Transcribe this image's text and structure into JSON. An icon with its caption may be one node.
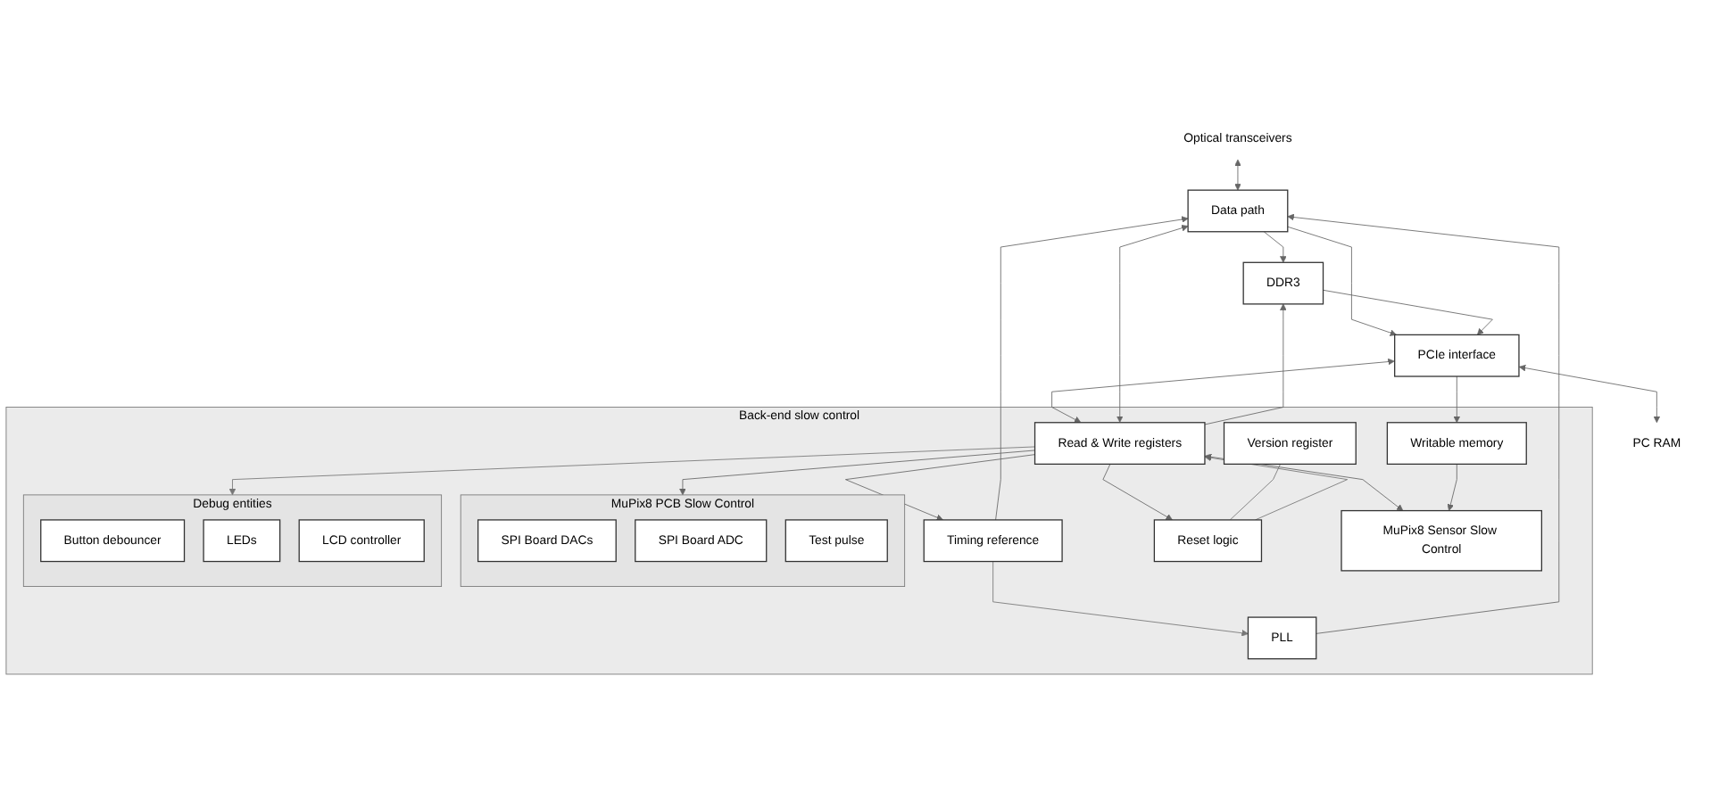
{
  "diagram": {
    "nodes": [
      {
        "text": [
          "Optical transceivers"
        ]
      },
      {
        "text": [
          "Data path"
        ]
      },
      {
        "text": [
          "DDR3"
        ]
      },
      {
        "text": [
          "PCIe interface"
        ]
      },
      {
        "text": [
          "PC RAM"
        ]
      },
      {
        "text": [
          "Back-end slow control"
        ]
      },
      {
        "text": [
          "PLL"
        ],
        "in": 5
      },
      {
        "text": [
          "Version register"
        ],
        "in": 5
      },
      {
        "text": [
          "Timing reference"
        ],
        "in": 5
      },
      {
        "text": [
          "Reset logic"
        ],
        "in": 5
      },
      {
        "text": [
          "Read & Write registers"
        ],
        "in": 5
      },
      {
        "text": [
          "Writable memory"
        ],
        "in": 5
      },
      {
        "text": [
          "MuPix8 PCB Slow Control"
        ],
        "in": 5
      },
      {
        "text": [
          "SPI Board DACs"
        ],
        "in": 12
      },
      {
        "text": [
          "SPI Board ADC"
        ],
        "in": 12
      },
      {
        "text": [
          "Test pulse"
        ],
        "in": 12
      },
      {
        "text": [
          "Debug entities"
        ],
        "in": 5
      },
      {
        "text": [
          "Button debouncer"
        ],
        "in": 16
      },
      {
        "text": [
          "LEDs"
        ],
        "in": 16
      },
      {
        "text": [
          "LCD controller"
        ],
        "in": 16
      },
      {
        "text": [
          "MuPix8 Sensor Slow Control"
        ],
        "in": 5
      }
    ],
    "edges": [
      {
        "from": 0,
        "to": 1,
        "arrow": "both"
      },
      {
        "from": 1,
        "to": 2,
        "arrow": "to"
      },
      {
        "from": 1,
        "to": 3,
        "arrow": "to"
      },
      {
        "from": 2,
        "to": 3,
        "arrow": "to"
      },
      {
        "from": 3,
        "to": 4,
        "arrow": "both"
      },
      {
        "from": 6,
        "to": 1,
        "arrow": "to"
      },
      {
        "from": 8,
        "to": 1,
        "arrow": "to"
      },
      {
        "from": 10,
        "to": 1,
        "arrow": "both"
      },
      {
        "from": 10,
        "to": 2,
        "arrow": "to"
      },
      {
        "from": 3,
        "to": 10,
        "arrow": "both"
      },
      {
        "from": 3,
        "to": 11,
        "arrow": "to"
      },
      {
        "from": 8,
        "to": 6,
        "arrow": "to",
        "color": "#777777"
      },
      {
        "from": 10,
        "to": 8,
        "arrow": "to"
      },
      {
        "from": 10,
        "to": 9,
        "arrow": "to"
      },
      {
        "from": 7,
        "to": 9,
        "arrow": "none",
        "color": "#777777"
      },
      {
        "from": 9,
        "to": 10,
        "arrow": "to",
        "color": "#777777"
      },
      {
        "from": 10,
        "to": 12,
        "arrow": "to"
      },
      {
        "from": 10,
        "to": 16,
        "arrow": "to",
        "color": "#777777"
      },
      {
        "from": 10,
        "to": 20,
        "arrow": "both"
      },
      {
        "from": 11,
        "to": 20,
        "arrow": "to"
      }
    ]
  }
}
